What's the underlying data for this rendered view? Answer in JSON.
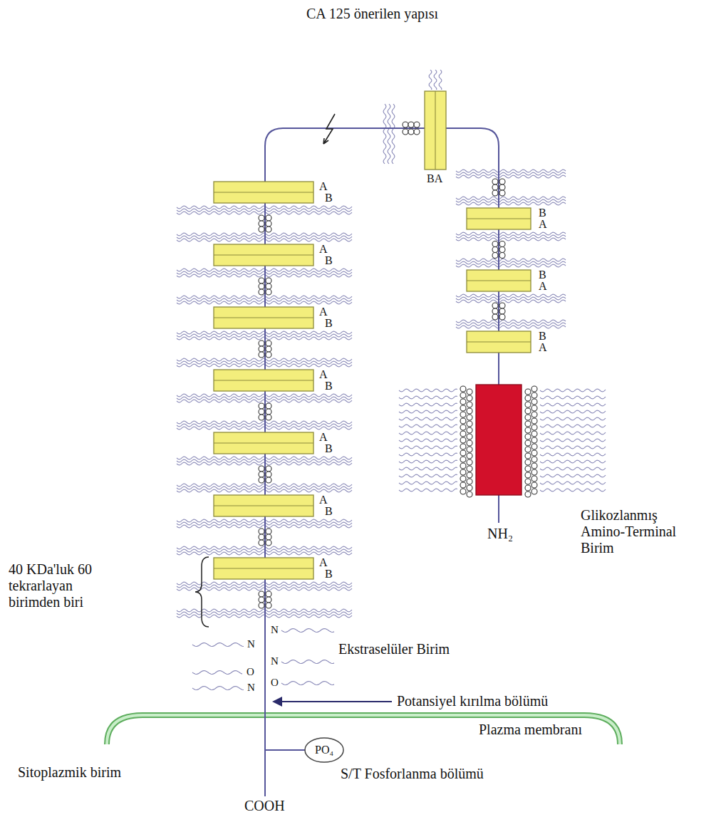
{
  "diagram": {
    "title": "CA 125 önerilen yapısı",
    "nodes": [
      {
        "text": [
          "PO₄"
        ]
      }
    ],
    "labels": [
      "BA",
      "A",
      "B",
      "B",
      "A",
      "A",
      "B",
      "B",
      "A",
      "A",
      "B",
      "B",
      "A",
      "A",
      "B",
      "A",
      "B",
      "NH₂",
      "A",
      "B",
      "Glikozlanmış Amino-Terminal Birim",
      "A",
      "B",
      "40 KDa'luk 60 tekrarlayan birimden biri",
      "N",
      "N",
      "N",
      "O",
      "O",
      "N",
      "Ekstraselüler Birim",
      "Potansiyel kırılma bölümü",
      "Plazma membranı",
      "Sitoplazmik birim",
      "S/T Fosforlanma bölümü",
      "COOH"
    ]
  }
}
